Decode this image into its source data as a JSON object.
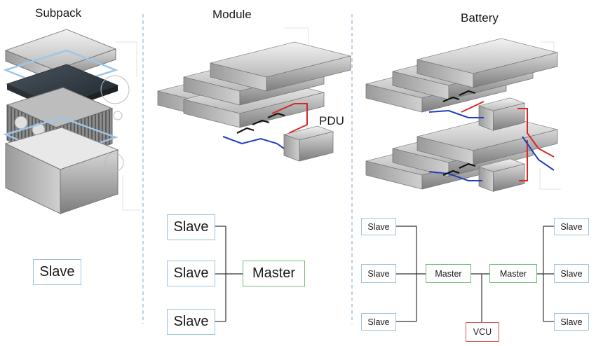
{
  "titles": {
    "subpack": "Subpack",
    "module": "Module",
    "battery": "Battery"
  },
  "labels": {
    "pdu": "PDU"
  },
  "subpack": {
    "slave": "Slave"
  },
  "module": {
    "slaves": [
      "Slave",
      "Slave",
      "Slave"
    ],
    "master": "Master"
  },
  "battery": {
    "left_slaves": [
      "Slave",
      "Slave",
      "Slave"
    ],
    "right_slaves": [
      "Slave",
      "Slave",
      "Slave"
    ],
    "masters": [
      "Master",
      "Master"
    ],
    "vcu": "VCU"
  },
  "colors": {
    "slave_border": "#9dc3e0",
    "master_border": "#6dbb78",
    "vcu_border": "#d9534f",
    "divider": "#8fb6d8",
    "wire_red": "#d62828",
    "wire_blue": "#1f3fbf",
    "line": "#333333"
  }
}
